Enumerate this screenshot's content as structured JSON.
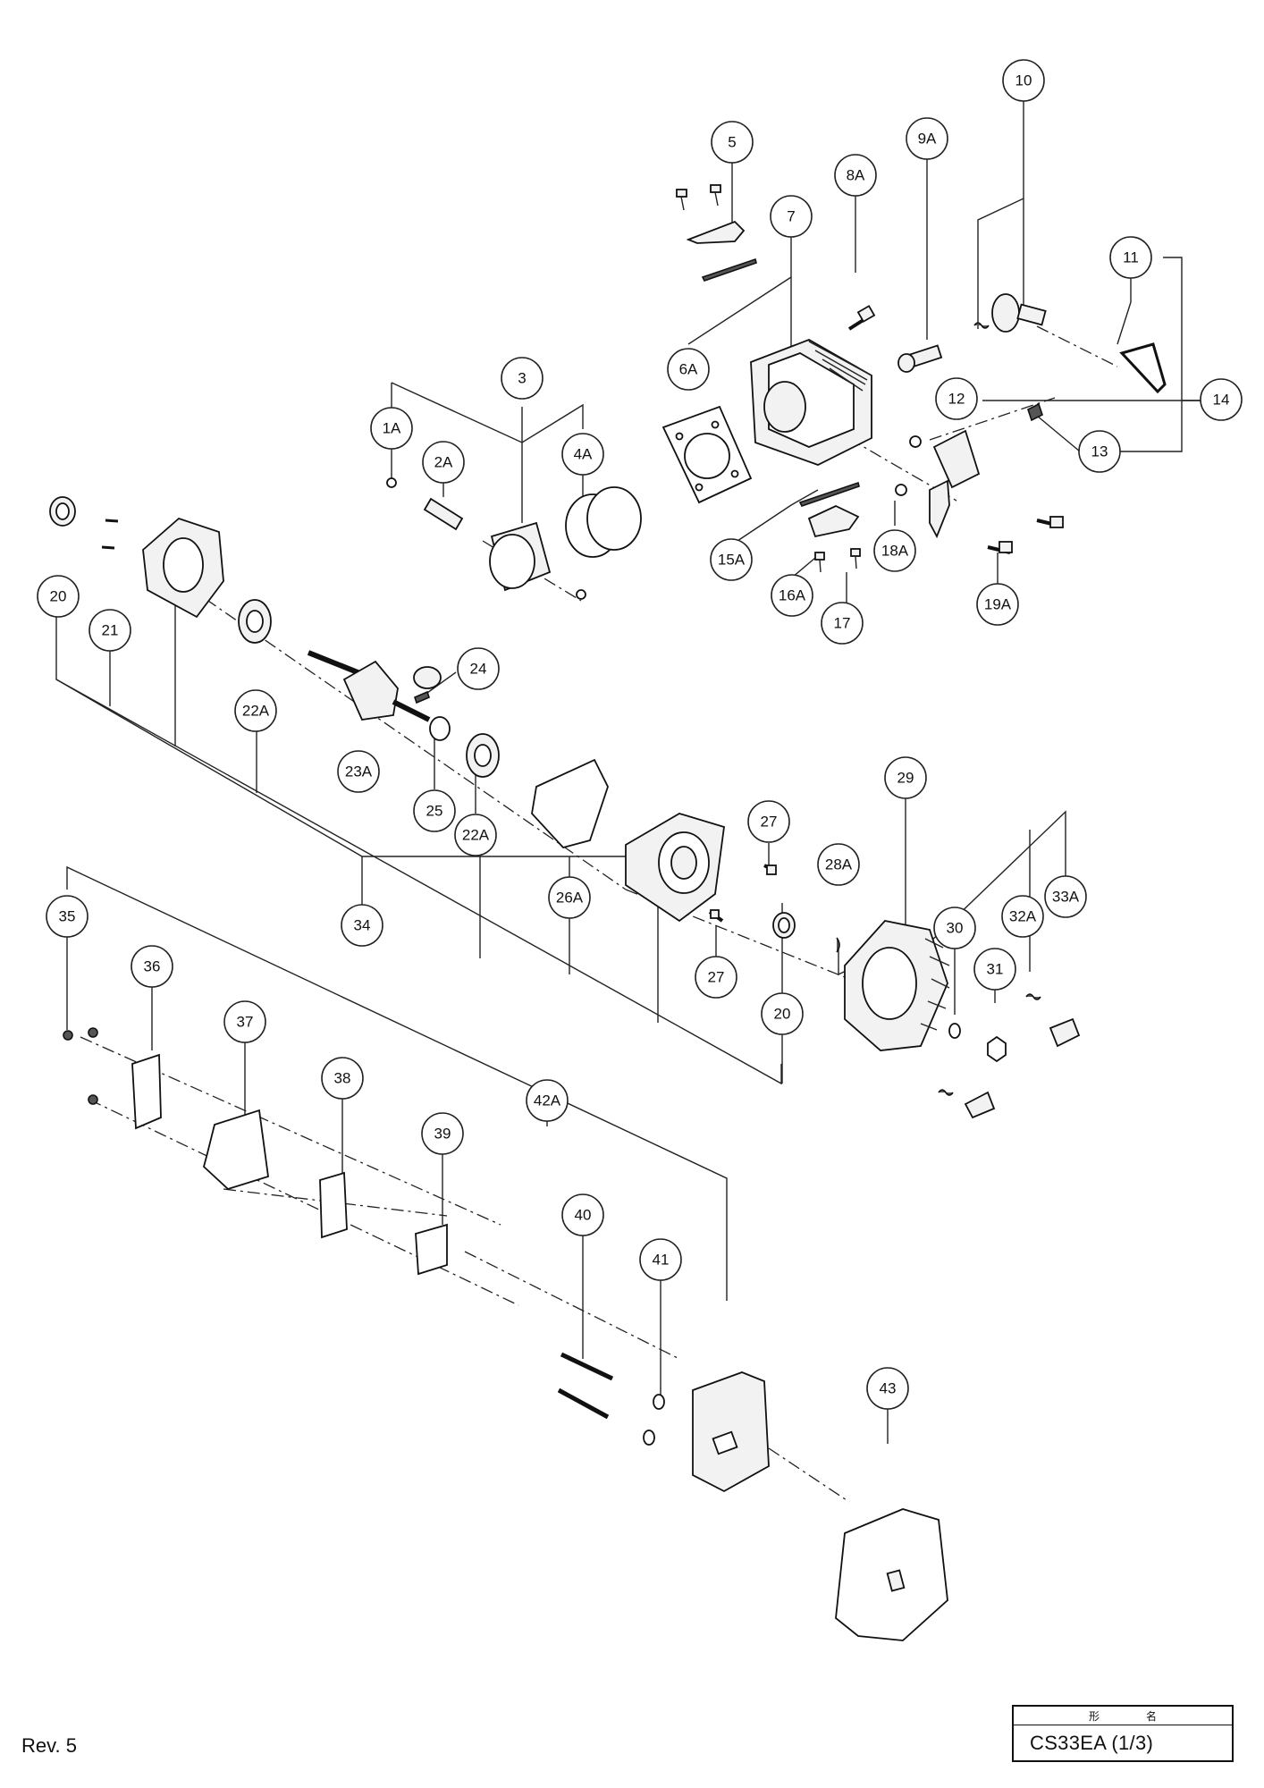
{
  "callouts": [
    "10",
    "5",
    "9A",
    "8A",
    "7",
    "11",
    "3",
    "6A",
    "12",
    "14",
    "1A",
    "2A",
    "4A",
    "13",
    "15A",
    "18A",
    "16A",
    "17",
    "19A",
    "20",
    "21",
    "24",
    "22A",
    "23A",
    "25",
    "29",
    "27",
    "28A",
    "26A",
    "30",
    "32A",
    "33A",
    "35",
    "36",
    "34",
    "31",
    "37",
    "38",
    "42A",
    "39",
    "40",
    "41",
    "43"
  ],
  "footer": {
    "revision": "Rev. 5",
    "title_head_1": "形",
    "title_head_2": "名",
    "model": "CS33EA (1/3)"
  }
}
